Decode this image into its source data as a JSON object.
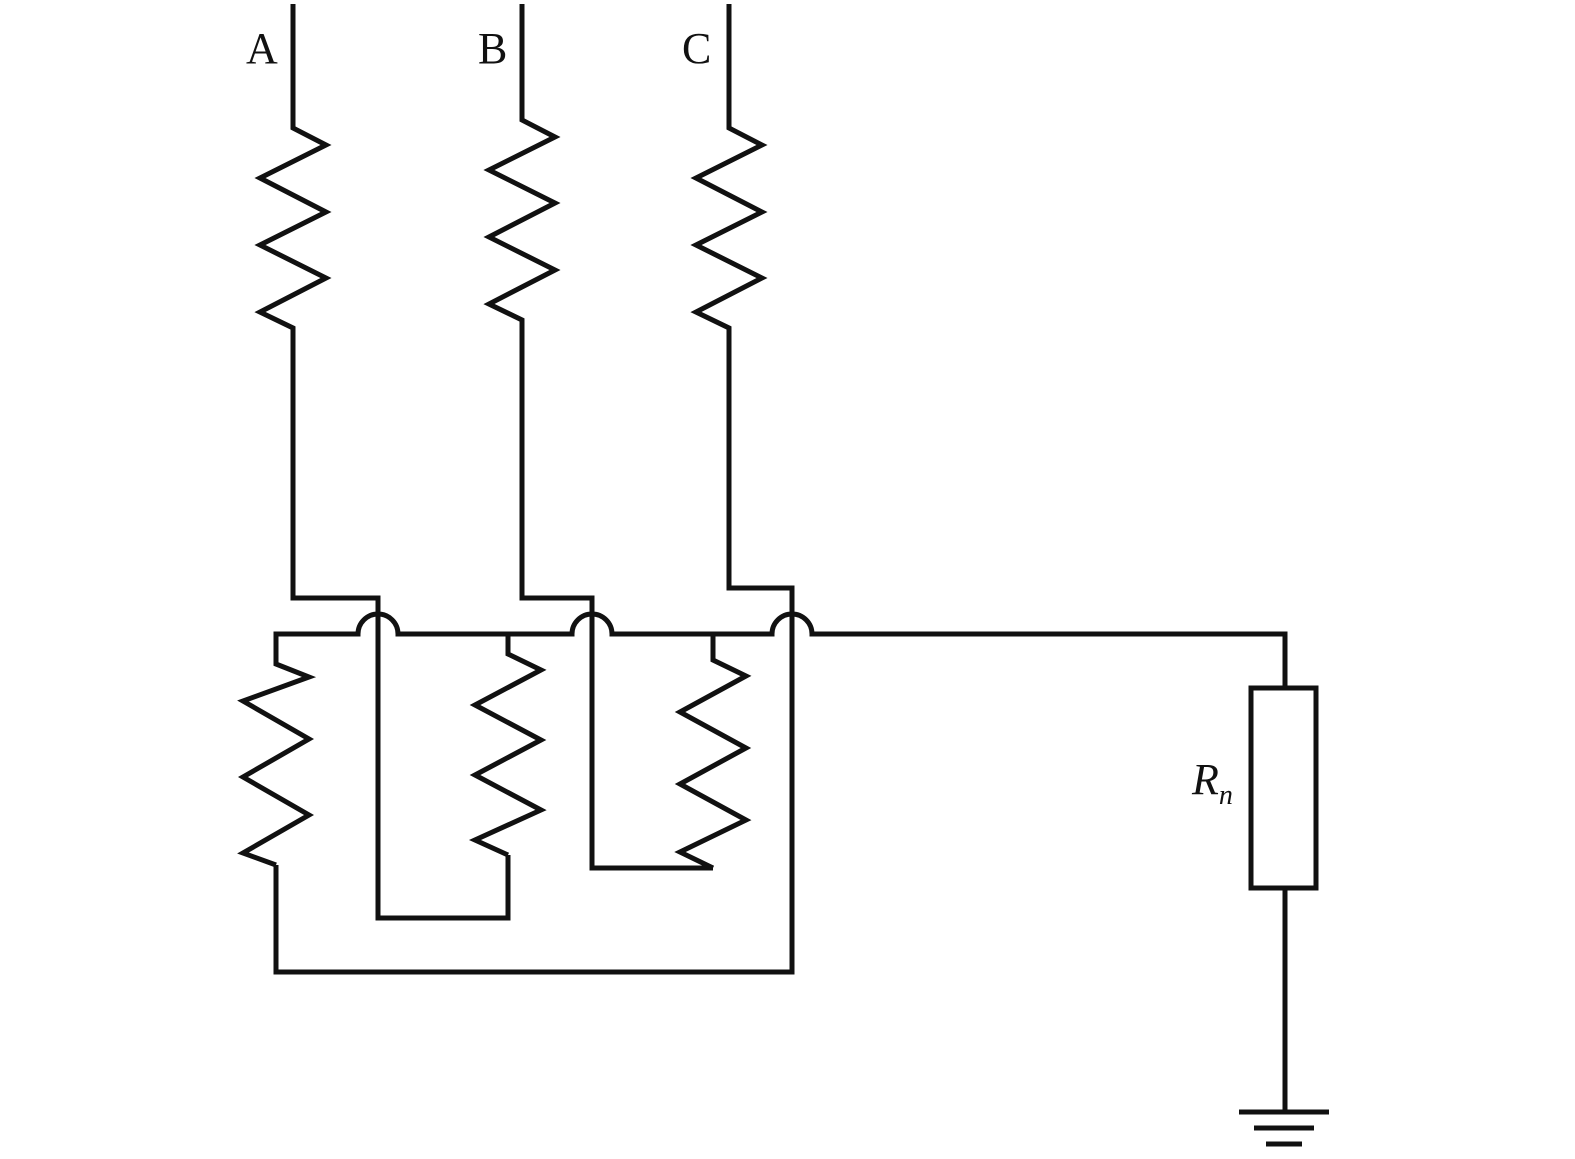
{
  "diagram": {
    "phases": [
      {
        "id": "a",
        "label": "A"
      },
      {
        "id": "b",
        "label": "B"
      },
      {
        "id": "c",
        "label": "C"
      }
    ],
    "neutral_resistor": {
      "symbol": "R",
      "subscript": "n"
    },
    "colors": {
      "line": "#111111",
      "background": "#ffffff"
    }
  }
}
